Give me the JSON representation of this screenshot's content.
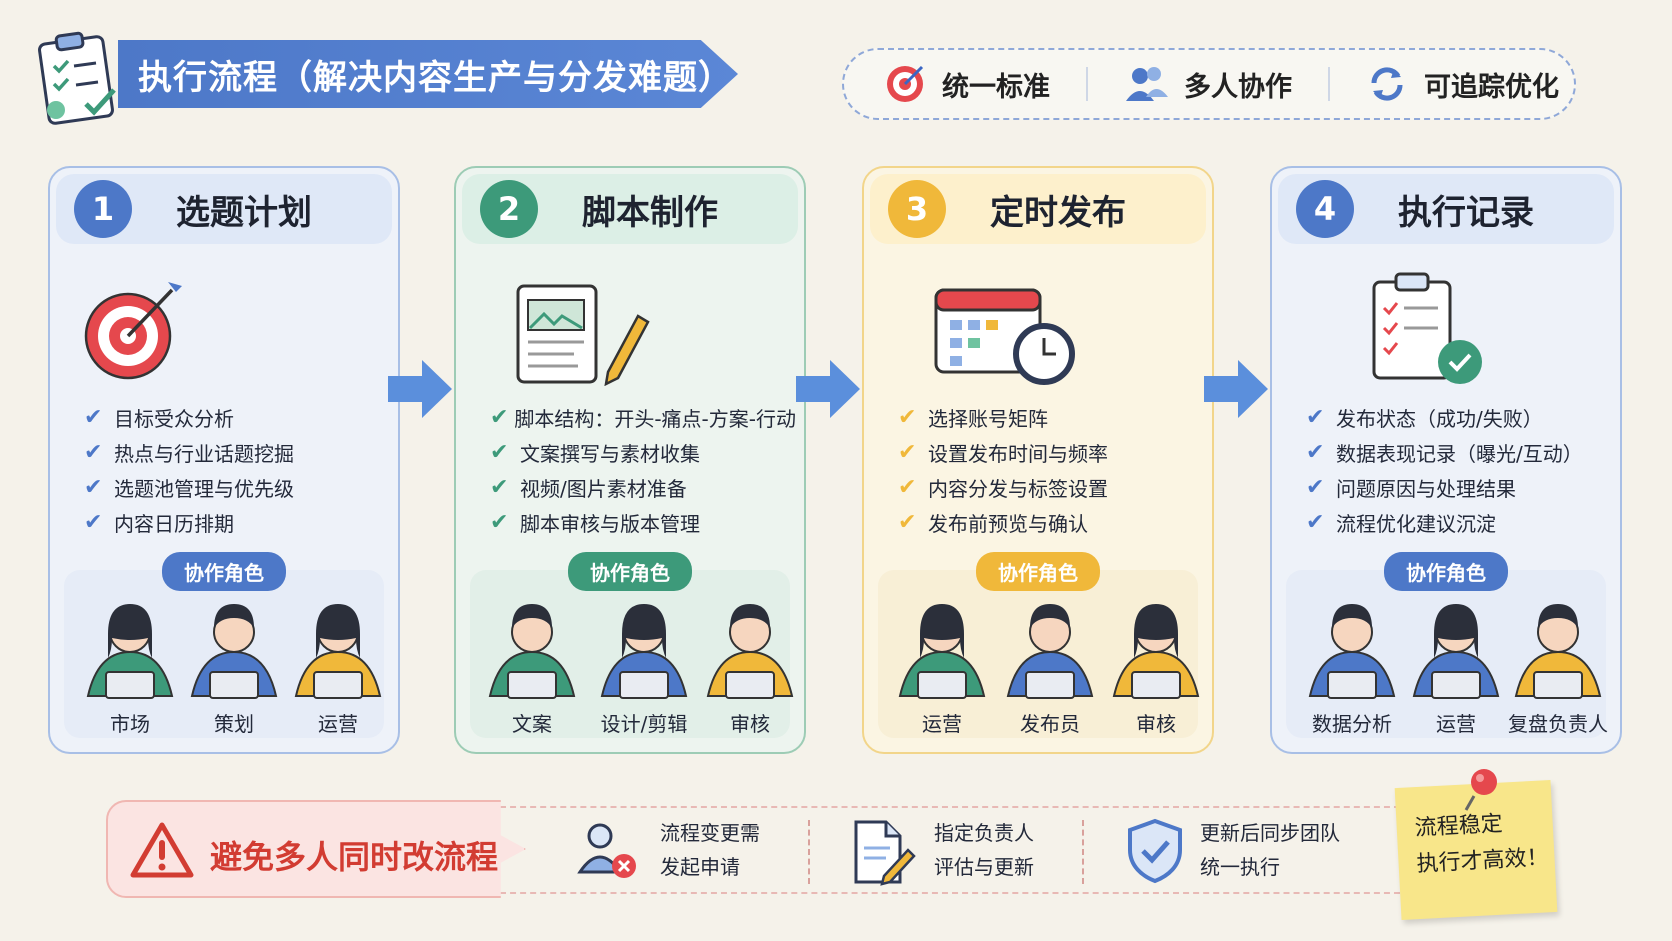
{
  "header": {
    "title": "执行流程（解决内容生产与分发难题）",
    "features": [
      {
        "icon": "target-icon",
        "label": "统一标准"
      },
      {
        "icon": "team-icon",
        "label": "多人协作"
      },
      {
        "icon": "refresh-icon",
        "label": "可追踪优化"
      }
    ]
  },
  "steps": [
    {
      "number": "1",
      "title": "选题计划",
      "color": "#4d78c8",
      "icon": "target-icon",
      "items": [
        "目标受众分析",
        "热点与行业话题挖掘",
        "选题池管理与优先级",
        "内容日历排期"
      ],
      "roles_label": "协作角色",
      "roles": [
        "市场",
        "策划",
        "运营"
      ]
    },
    {
      "number": "2",
      "title": "脚本制作",
      "color": "#3d9a7a",
      "icon": "script-notebook-icon",
      "items": [
        "脚本结构：开头-痛点-方案-行动",
        "文案撰写与素材收集",
        "视频/图片素材准备",
        "脚本审核与版本管理"
      ],
      "roles_label": "协作角色",
      "roles": [
        "文案",
        "设计/剪辑",
        "审核"
      ]
    },
    {
      "number": "3",
      "title": "定时发布",
      "color": "#f0b83a",
      "icon": "calendar-clock-icon",
      "items": [
        "选择账号矩阵",
        "设置发布时间与频率",
        "内容分发与标签设置",
        "发布前预览与确认"
      ],
      "roles_label": "协作角色",
      "roles": [
        "运营",
        "发布员",
        "审核"
      ]
    },
    {
      "number": "4",
      "title": "执行记录",
      "color": "#4d78c8",
      "icon": "checklist-clipboard-icon",
      "items": [
        "发布状态（成功/失败）",
        "数据表现记录（曝光/互动）",
        "问题原因与处理结果",
        "流程优化建议沉淀"
      ],
      "roles_label": "协作角色",
      "roles": [
        "数据分析",
        "运营",
        "复盘负责人"
      ]
    }
  ],
  "warning": {
    "icon": "warning-icon",
    "title": "避免多人同时改流程",
    "steps": [
      {
        "icon": "user-request-icon",
        "line1": "流程变更需",
        "line2": "发起申请"
      },
      {
        "icon": "document-edit-icon",
        "line1": "指定负责人",
        "line2": "评估与更新"
      },
      {
        "icon": "shield-check-icon",
        "line1": "更新后同步团队",
        "line2": "统一执行"
      }
    ]
  },
  "note": {
    "line1": "流程稳定",
    "line2": "执行才高效！"
  }
}
